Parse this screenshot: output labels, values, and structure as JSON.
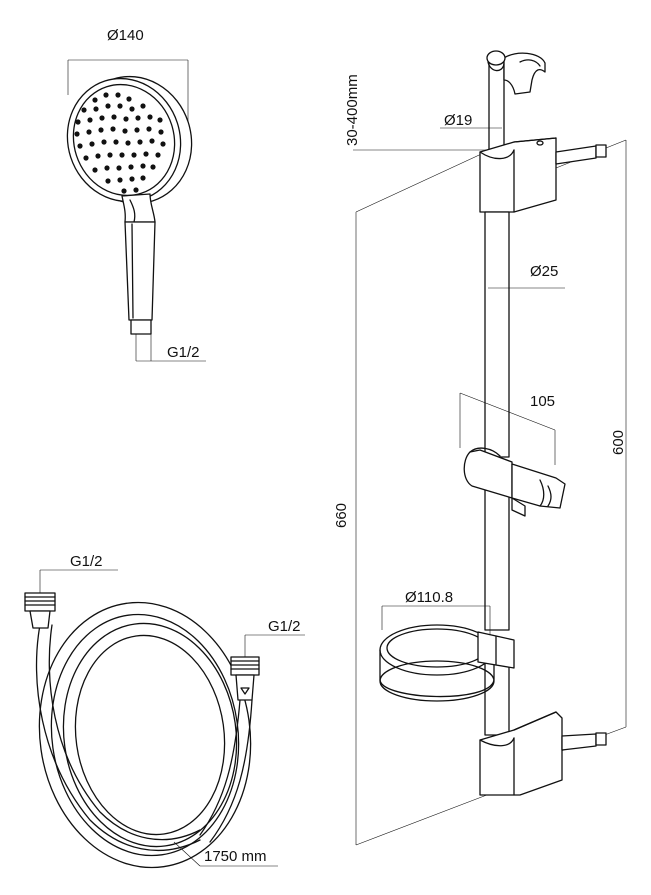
{
  "shower_head": {
    "diameter_label": "Ø140",
    "connection_label": "G1/2"
  },
  "hose": {
    "left_connection_label": "G1/2",
    "right_connection_label": "G1/2",
    "length_label": "1750 mm"
  },
  "rail": {
    "adjust_range_label": "30-400mm",
    "top_diameter_label": "Ø19",
    "rail_diameter_label": "Ø25",
    "slider_width_label": "105",
    "total_height_label": "660",
    "bracket_spacing_label": "600",
    "soap_dish_diameter_label": "Ø110.8"
  }
}
